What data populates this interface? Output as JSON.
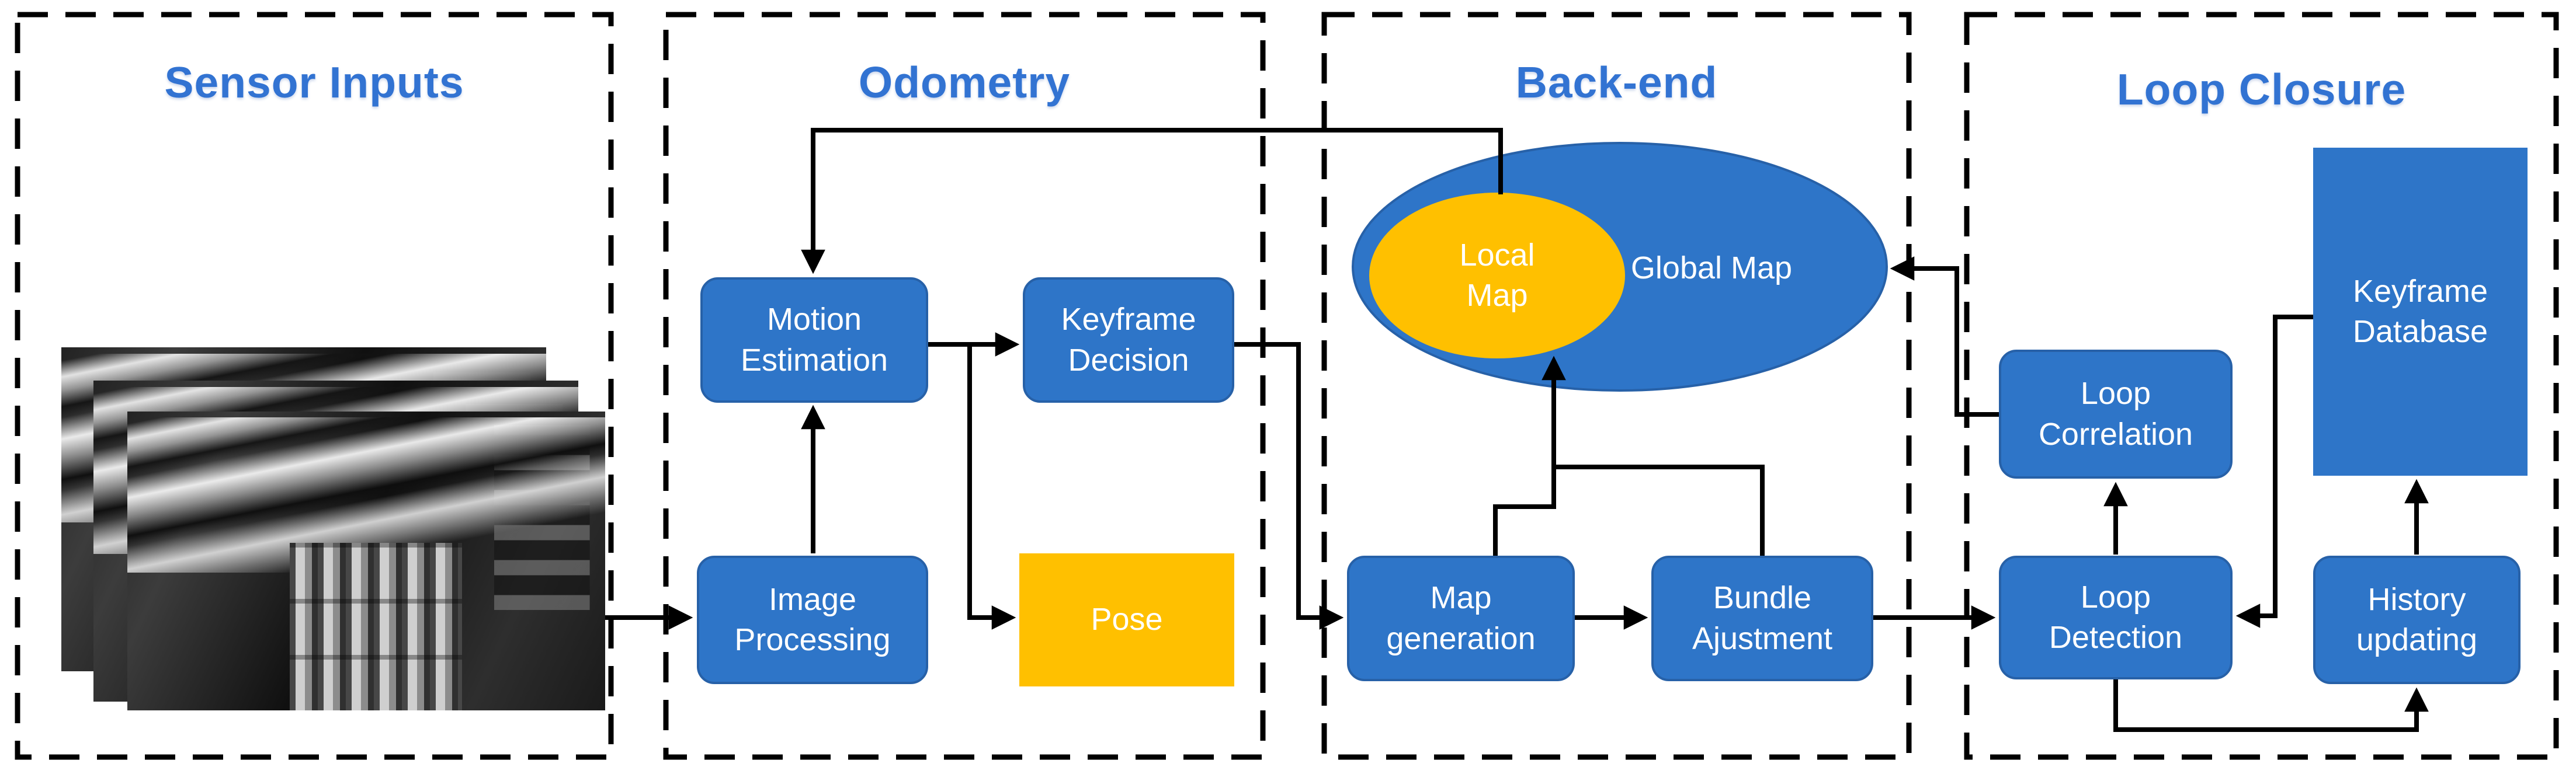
{
  "sections": {
    "sensor_inputs": {
      "title": "Sensor Inputs"
    },
    "odometry": {
      "title": "Odometry",
      "nodes": {
        "motion_estimation": "Motion\nEstimation",
        "keyframe_decision": "Keyframe\nDecision",
        "image_processing": "Image\nProcessing",
        "pose": "Pose"
      }
    },
    "backend": {
      "title": "Back-end",
      "nodes": {
        "local_map": "Local\nMap",
        "global_map": "Global Map",
        "map_generation": "Map\ngeneration",
        "bundle_adjustment": "Bundle\nAjustment"
      }
    },
    "loop_closure": {
      "title": "Loop Closure",
      "nodes": {
        "loop_correlation": "Loop\nCorrelation",
        "keyframe_database": "Keyframe\nDatabase",
        "loop_detection": "Loop\nDetection",
        "history_updating": "History\nupdating"
      }
    }
  },
  "colors": {
    "node_blue": "#2E75C8",
    "node_blue_border": "#2761A8",
    "accent_orange": "#FFC000",
    "title_blue": "#3273D2",
    "line_black": "#000000",
    "background": "#FFFFFF"
  }
}
